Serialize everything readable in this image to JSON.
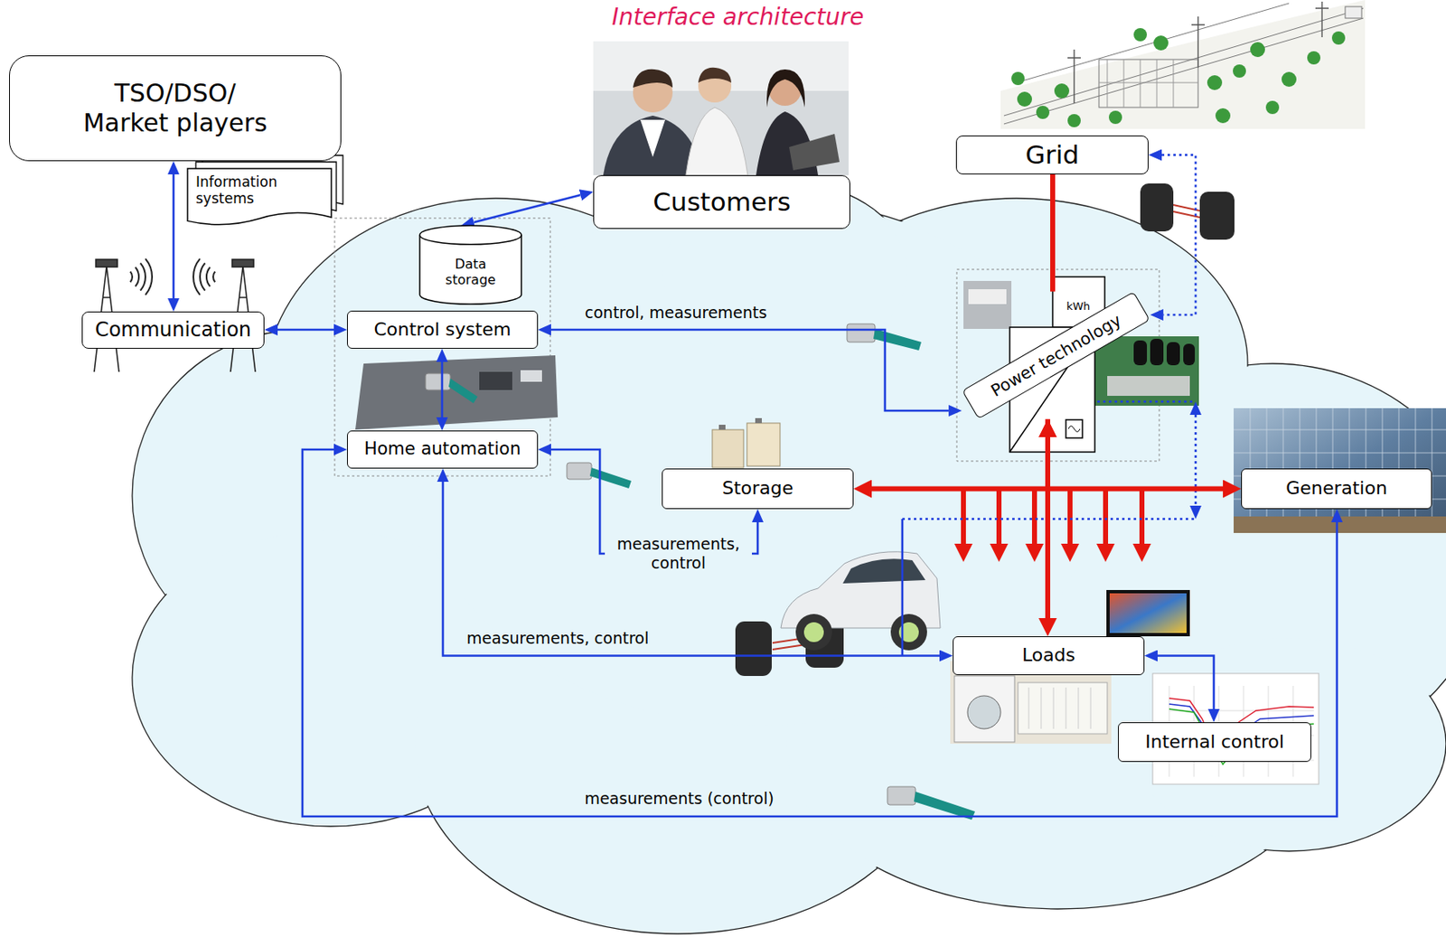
{
  "diagram": {
    "title": "Interface architecture",
    "nodes": [
      {
        "text": [
          "TSO/DSO/ Market players"
        ]
      },
      {
        "text": [
          "Information systems"
        ]
      },
      {
        "text": [
          "Customers"
        ]
      },
      {
        "text": [
          "Grid"
        ]
      },
      {
        "text": [
          "Communication"
        ]
      },
      {
        "text": [
          "Data storage"
        ]
      },
      {
        "text": [
          "Control system"
        ]
      },
      {
        "text": [
          "Power technology"
        ]
      },
      {
        "text": [
          "Home automation"
        ]
      },
      {
        "text": [
          "Storage"
        ]
      },
      {
        "text": [
          "Generation"
        ]
      },
      {
        "text": [
          "Loads"
        ]
      },
      {
        "text": [
          "Internal control"
        ]
      }
    ],
    "edges": [
      {
        "from": 0,
        "to": 4,
        "arrow": "both"
      },
      {
        "from": 4,
        "to": 6,
        "arrow": "both"
      },
      {
        "from": 5,
        "to": 2,
        "arrow": "both"
      },
      {
        "from": 6,
        "to": 8,
        "arrow": "both"
      },
      {
        "from": 7,
        "to": 6,
        "label": "control, measurements",
        "arrow": "both"
      },
      {
        "from": 3,
        "to": 7,
        "arrow": "none"
      },
      {
        "from": 3,
        "to": 7,
        "arrow": "both"
      },
      {
        "from": 7,
        "to": 9,
        "arrow": "both"
      },
      {
        "from": 7,
        "to": 10,
        "arrow": "both"
      },
      {
        "from": 7,
        "to": 11,
        "arrow": "to"
      },
      {
        "from": 9,
        "to": 8,
        "label": "measurements, control",
        "arrow": "both"
      },
      {
        "from": 11,
        "to": 8,
        "label": "measurements, control",
        "arrow": "both"
      },
      {
        "from": 10,
        "to": 8,
        "label": "measurements (control)",
        "arrow": "both"
      },
      {
        "from": 11,
        "to": 12,
        "arrow": "both"
      }
    ],
    "labels": [
      "kWh"
    ]
  }
}
